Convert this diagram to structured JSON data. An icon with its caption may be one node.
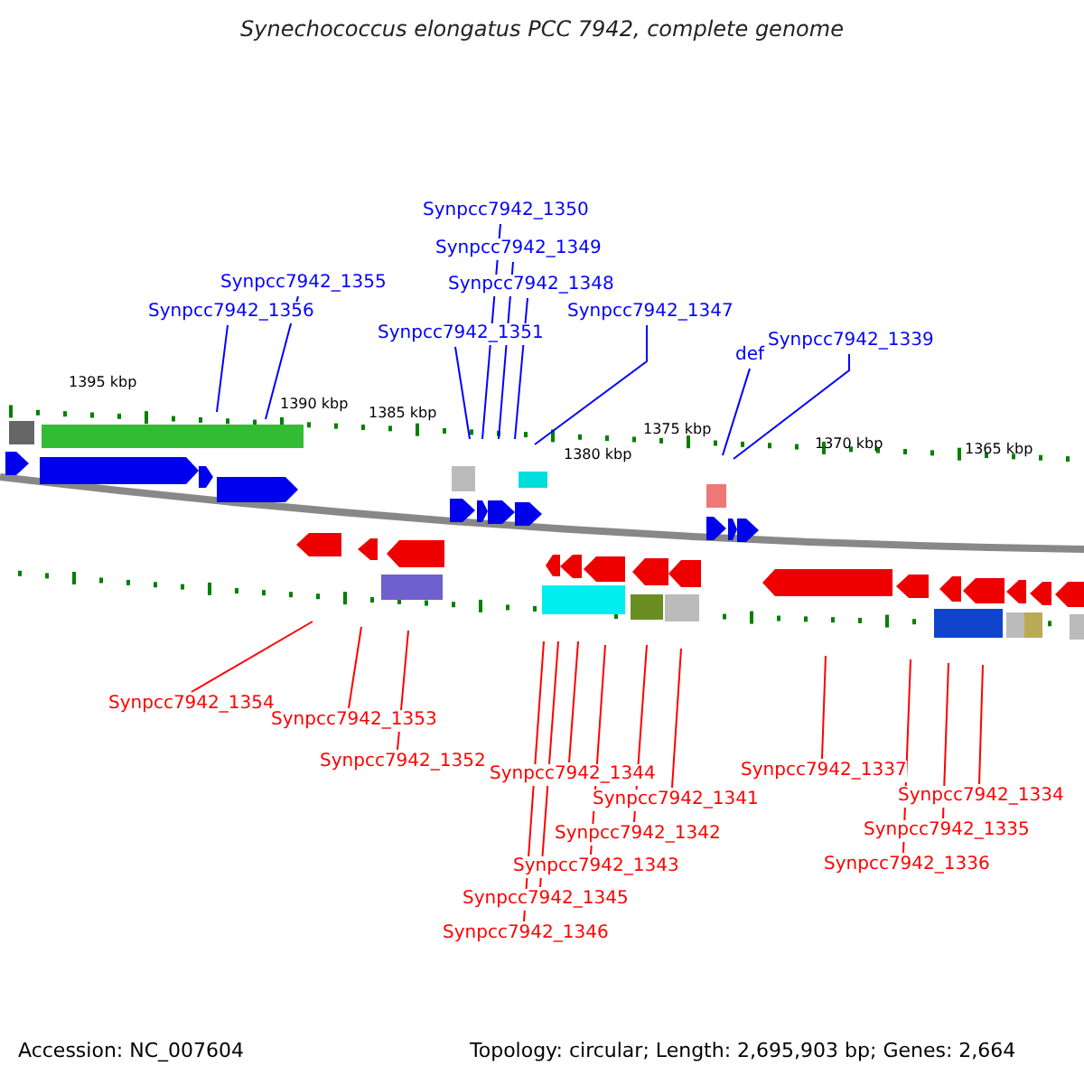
{
  "diagram": {
    "title": "Synechococcus elongatus PCC 7942, complete genome",
    "nodes": [
      {
        "text": [
          "Synpcc7942_1350"
        ]
      },
      {
        "text": [
          "Synpcc7942_1349"
        ]
      },
      {
        "text": [
          "Synpcc7942_1355"
        ]
      },
      {
        "text": [
          "Synpcc7942_1348"
        ]
      },
      {
        "text": [
          "Synpcc7942_1356"
        ]
      },
      {
        "text": [
          "Synpcc7942_1347"
        ]
      },
      {
        "text": [
          "Synpcc7942_1351"
        ]
      },
      {
        "text": [
          "def"
        ]
      },
      {
        "text": [
          "Synpcc7942_1339"
        ]
      },
      {
        "text": [
          "Synpcc7942_1354"
        ]
      },
      {
        "text": [
          "Synpcc7942_1353"
        ]
      },
      {
        "text": [
          "Synpcc7942_1352"
        ]
      },
      {
        "text": [
          "Synpcc7942_1337"
        ]
      },
      {
        "text": [
          "Synpcc7942_1344"
        ]
      },
      {
        "text": [
          "Synpcc7942_1334"
        ]
      },
      {
        "text": [
          "Synpcc7942_1341"
        ]
      },
      {
        "text": [
          "Synpcc7942_1342"
        ]
      },
      {
        "text": [
          "Synpcc7942_1335"
        ]
      },
      {
        "text": [
          "Synpcc7942_1343"
        ]
      },
      {
        "text": [
          "Synpcc7942_1336"
        ]
      },
      {
        "text": [
          "Synpcc7942_1345"
        ]
      },
      {
        "text": [
          "Synpcc7942_1346"
        ]
      }
    ],
    "edges": [
      {
        "from": 0,
        "to": null,
        "arrow": "none",
        "color": "#0000ff"
      },
      {
        "from": 1,
        "to": null,
        "arrow": "none",
        "color": "#0000ff"
      },
      {
        "from": 2,
        "to": null,
        "arrow": "none",
        "color": "#0000ff"
      },
      {
        "from": 3,
        "to": null,
        "arrow": "none",
        "color": "#0000ff"
      },
      {
        "from": 4,
        "to": null,
        "arrow": "none",
        "color": "#0000ff"
      },
      {
        "from": 5,
        "to": null,
        "arrow": "none",
        "color": "#0000ff"
      },
      {
        "from": 6,
        "to": null,
        "arrow": "none",
        "color": "#0000ff"
      },
      {
        "from": 7,
        "to": null,
        "arrow": "none",
        "color": "#0000ff"
      },
      {
        "from": 8,
        "to": null,
        "arrow": "none",
        "color": "#0000ff"
      },
      {
        "from": 9,
        "to": null,
        "arrow": "none",
        "color": "#ff0000"
      },
      {
        "from": 10,
        "to": null,
        "arrow": "none",
        "color": "#ff0000"
      },
      {
        "from": 11,
        "to": null,
        "arrow": "none",
        "color": "#ff0000"
      },
      {
        "from": 12,
        "to": null,
        "arrow": "none",
        "color": "#ff0000"
      },
      {
        "from": 13,
        "to": null,
        "arrow": "none",
        "color": "#ff0000"
      },
      {
        "from": 14,
        "to": null,
        "arrow": "none",
        "color": "#ff0000"
      },
      {
        "from": 15,
        "to": null,
        "arrow": "none",
        "color": "#ff0000"
      },
      {
        "from": 16,
        "to": null,
        "arrow": "none",
        "color": "#ff0000"
      },
      {
        "from": 17,
        "to": null,
        "arrow": "none",
        "color": "#ff0000"
      },
      {
        "from": 18,
        "to": null,
        "arrow": "none",
        "color": "#ff0000"
      },
      {
        "from": 19,
        "to": null,
        "arrow": "none",
        "color": "#ff0000"
      },
      {
        "from": 20,
        "to": null,
        "arrow": "none",
        "color": "#ff0000"
      },
      {
        "from": 21,
        "to": null,
        "arrow": "none",
        "color": "#ff0000"
      }
    ],
    "labels": [
      "1395 kbp",
      "1390 kbp",
      "1385 kbp",
      "1380 kbp",
      "1375 kbp",
      "1370 kbp",
      "1365 kbp",
      "Accession: NC_007604",
      "Topology: circular; Length: 2,695,903 bp; Genes: 2,664"
    ]
  }
}
